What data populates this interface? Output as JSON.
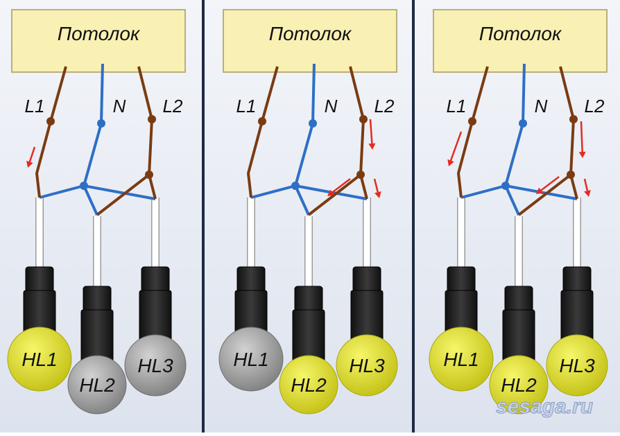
{
  "panels": [
    {
      "ceiling_label": "Потолок",
      "wire_labels": {
        "l1": "L1",
        "n": "N",
        "l2": "L2"
      },
      "bulbs": [
        {
          "label": "HL1",
          "state": "on"
        },
        {
          "label": "HL2",
          "state": "off"
        },
        {
          "label": "HL3",
          "state": "off"
        }
      ]
    },
    {
      "ceiling_label": "Потолок",
      "wire_labels": {
        "l1": "L1",
        "n": "N",
        "l2": "L2"
      },
      "bulbs": [
        {
          "label": "HL1",
          "state": "off"
        },
        {
          "label": "HL2",
          "state": "on"
        },
        {
          "label": "HL3",
          "state": "on"
        }
      ]
    },
    {
      "ceiling_label": "Потолок",
      "wire_labels": {
        "l1": "L1",
        "n": "N",
        "l2": "L2"
      },
      "bulbs": [
        {
          "label": "HL1",
          "state": "on"
        },
        {
          "label": "HL2",
          "state": "on"
        },
        {
          "label": "HL3",
          "state": "on"
        }
      ]
    }
  ],
  "watermark": "sesaga.ru",
  "colors": {
    "ceiling_fill": "#f9f0b4",
    "ceiling_border": "#b9ae7c",
    "phase_wire": "#7a3b12",
    "neutral_wire": "#2e6fc6",
    "current_arrow": "#e52a1e",
    "bulb_on": "#dcdc22",
    "bulb_off": "#9a9a9a",
    "panel_divider": "#1f2a44",
    "panel_bg": "#e6ebf3"
  }
}
